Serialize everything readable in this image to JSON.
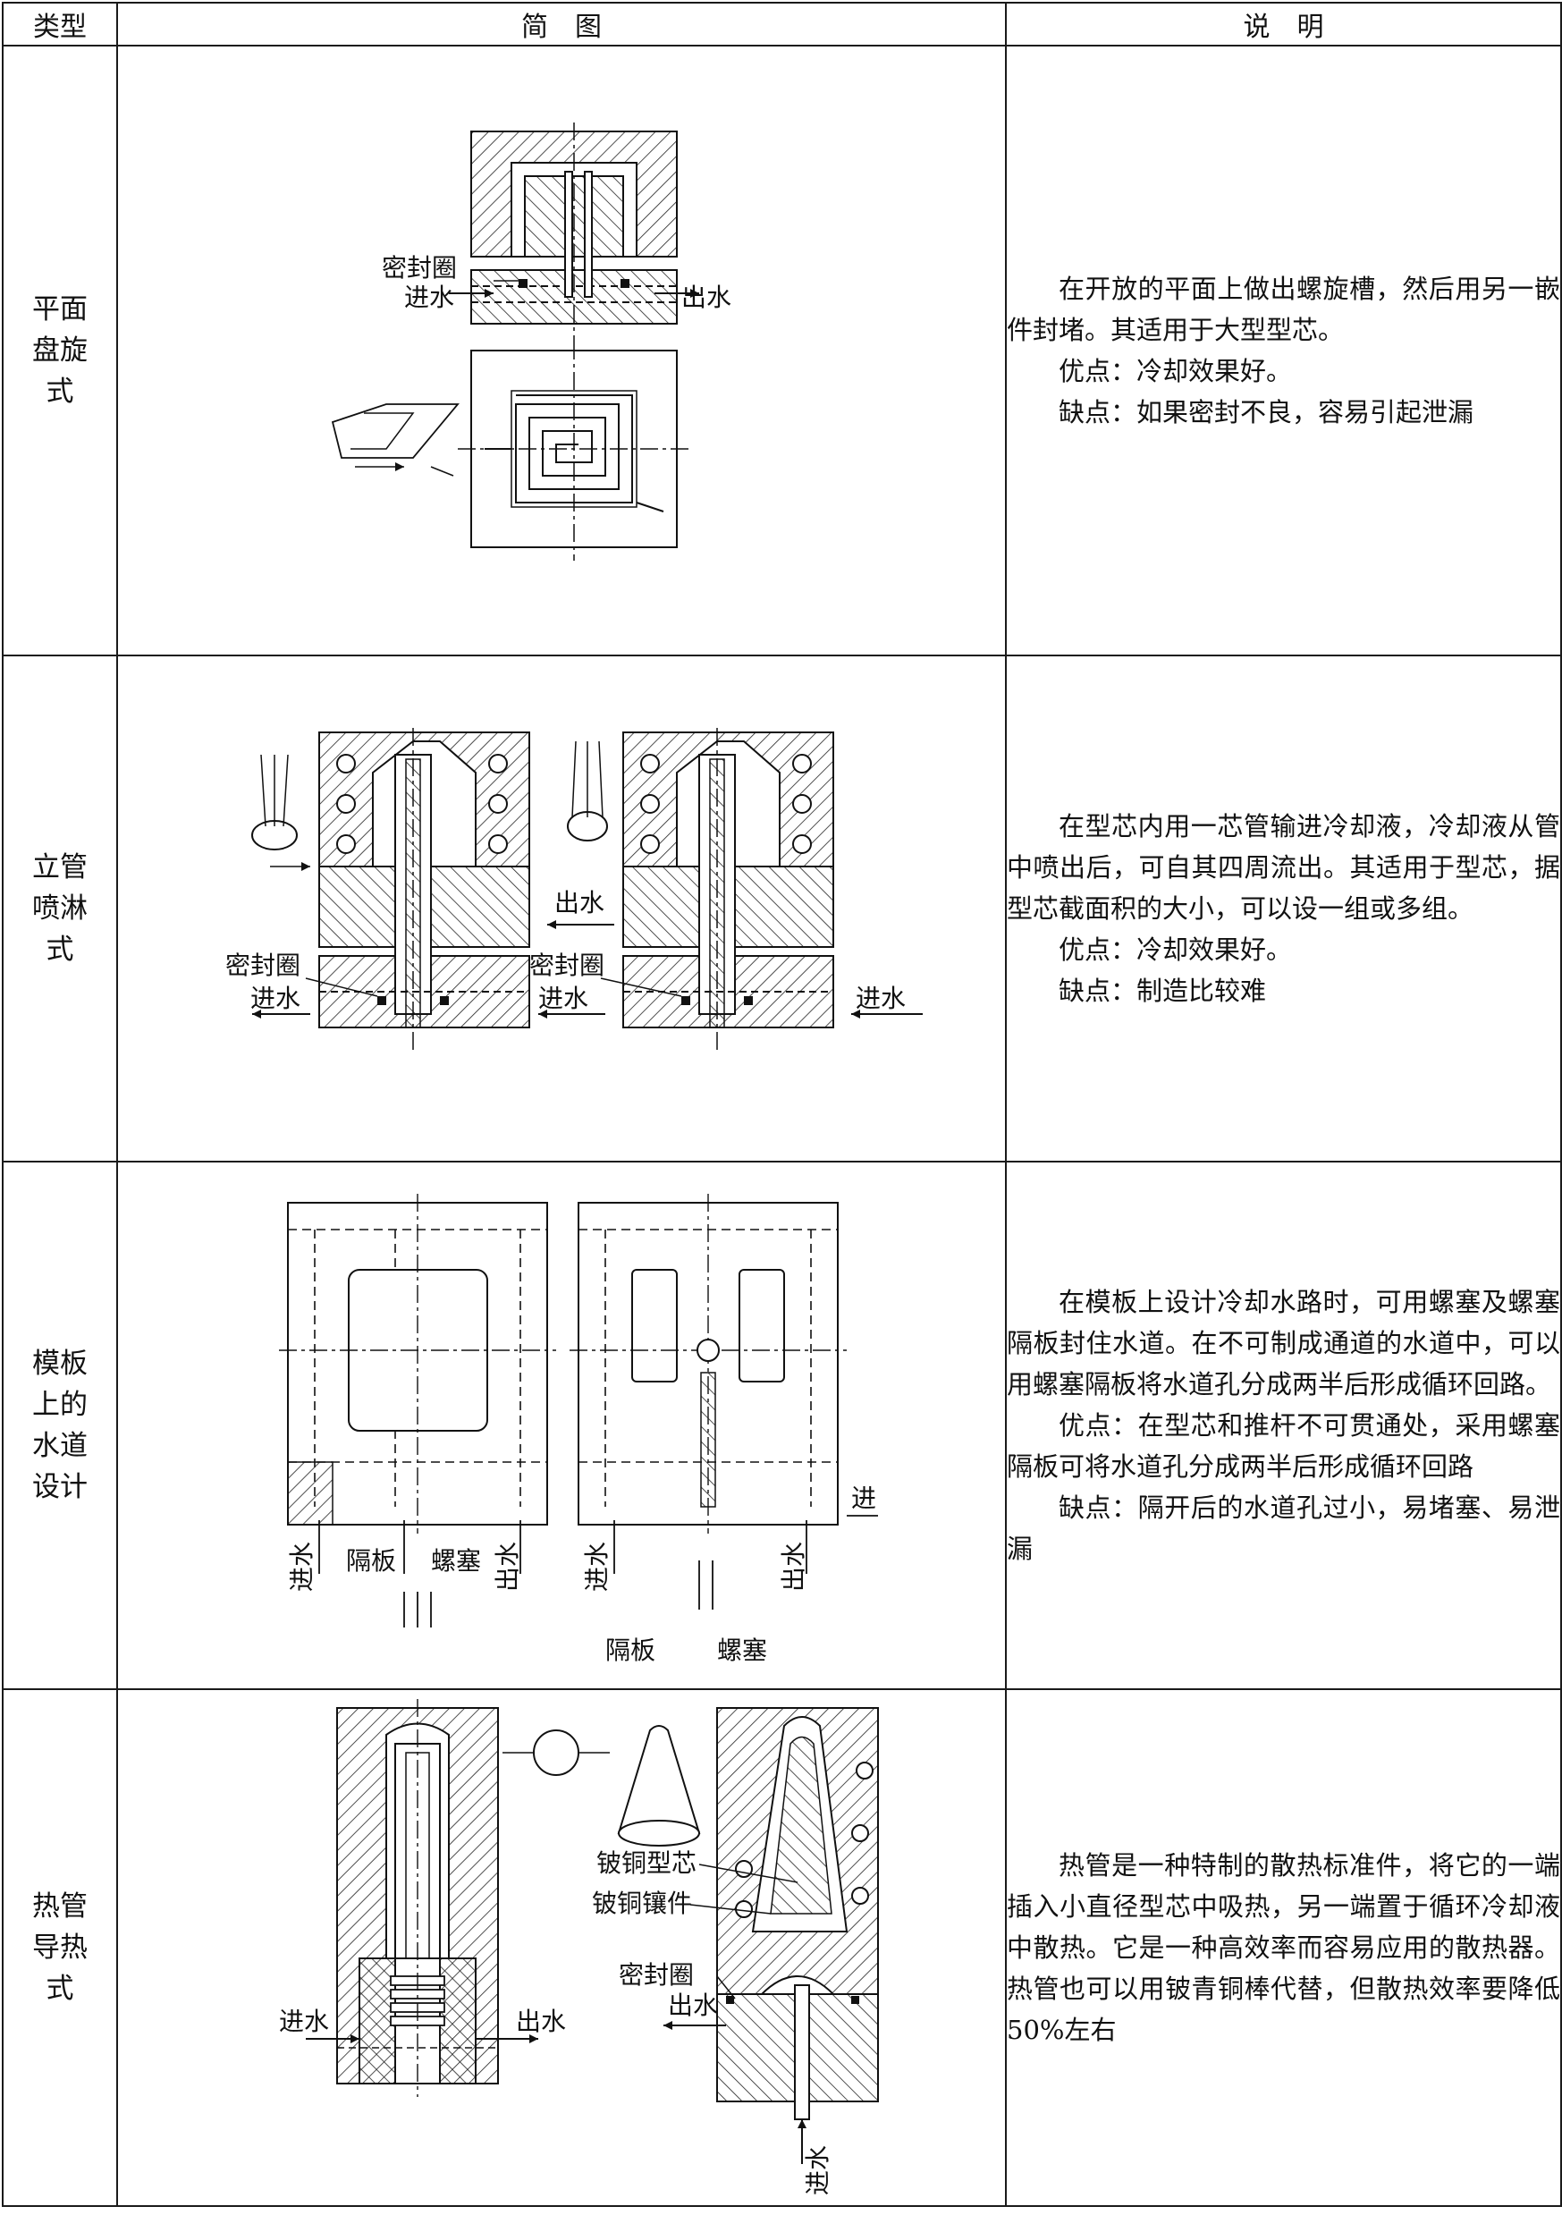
{
  "header": {
    "type": "类型",
    "diagram": "简　图",
    "description": "说　明"
  },
  "rows": [
    {
      "type_lines": [
        "平面",
        "盘旋",
        "式"
      ],
      "labels": {
        "seal": "密封圈",
        "inlet": "进水",
        "outlet": "出水"
      },
      "description": [
        "在开放的平面上做出螺旋槽，然后用另一嵌件封堵。其适用于大型型芯。",
        "优点：冷却效果好。",
        "缺点：如果密封不良，容易引起泄漏"
      ]
    },
    {
      "type_lines": [
        "立管",
        "喷淋",
        "式"
      ],
      "labels": {
        "outlet": "出水",
        "seal_left": "密封圈",
        "seal_right": "密封圈",
        "inlet_left": "进水",
        "inlet_mid": "进水",
        "inlet_right": "进水"
      },
      "description": [
        "在型芯内用一芯管输进冷却液，冷却液从管中喷出后，可自其四周流出。其适用于型芯，据型芯截面积的大小，可以设一组或多组。",
        "优点：冷却效果好。",
        "缺点：制造比较难"
      ]
    },
    {
      "type_lines": [
        "模板",
        "上的",
        "水道",
        "设计"
      ],
      "labels": {
        "inlet_left": "进水",
        "partition_left": "隔板",
        "plug_left": "螺塞",
        "outlet_left": "出水",
        "inlet_right": "进水",
        "outlet_right": "出水",
        "inlet_side": "进",
        "partition_right": "隔板",
        "plug_right": "螺塞"
      },
      "description": [
        "在模板上设计冷却水路时，可用螺塞及螺塞隔板封住水道。在不可制成通道的水道中，可以用螺塞隔板将水道孔分成两半后形成循环回路。",
        "优点：在型芯和推杆不可贯通处，采用螺塞隔板可将水道孔分成两半后形成循环回路",
        "缺点：隔开后的水道孔过小，易堵塞、易泄漏"
      ]
    },
    {
      "type_lines": [
        "热管",
        "导热",
        "式"
      ],
      "labels": {
        "core": "铍铜型芯",
        "insert": "铍铜镶件",
        "seal": "密封圈",
        "outlet_right": "出水",
        "inlet_left": "进水",
        "outlet_left": "出水",
        "inlet_bottom": "进水"
      },
      "description": [
        "热管是一种特制的散热标准件，将它的一端插入小直径型芯中吸热，另一端置于循环冷却液中散热。它是一种高效率而容易应用的散热器。热管也可以用铍青铜棒代替，但散热效率要降低50%左右"
      ]
    }
  ]
}
